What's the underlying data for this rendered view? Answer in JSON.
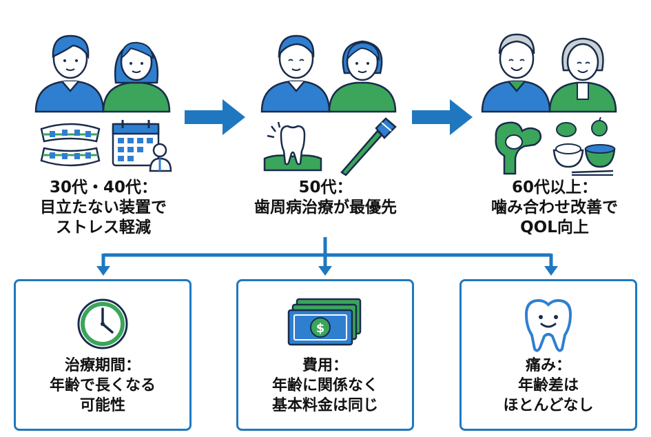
{
  "stages": [
    {
      "lines": [
        "30代・40代：",
        "目立たない装置で",
        "ストレス軽減"
      ]
    },
    {
      "lines": [
        "50代：",
        "歯周病治療が最優先"
      ]
    },
    {
      "lines": [
        "60代以上：",
        "噛み合わせ改善で",
        "QOL向上"
      ]
    }
  ],
  "boxes": [
    {
      "icon": "clock-icon",
      "lines": [
        "治療期間：",
        "年齢で長くなる",
        "可能性"
      ]
    },
    {
      "icon": "money-icon",
      "lines": [
        "費用：",
        "年齢に関係なく",
        "基本料金は同じ"
      ],
      "symbol": "$"
    },
    {
      "icon": "smiling-tooth-icon",
      "lines": [
        "痛み：",
        "年齢差は",
        "ほとんどなし"
      ]
    }
  ],
  "colors": {
    "blue": "#1f78bf",
    "green": "#3aa55b",
    "skin": "#ffffff"
  }
}
